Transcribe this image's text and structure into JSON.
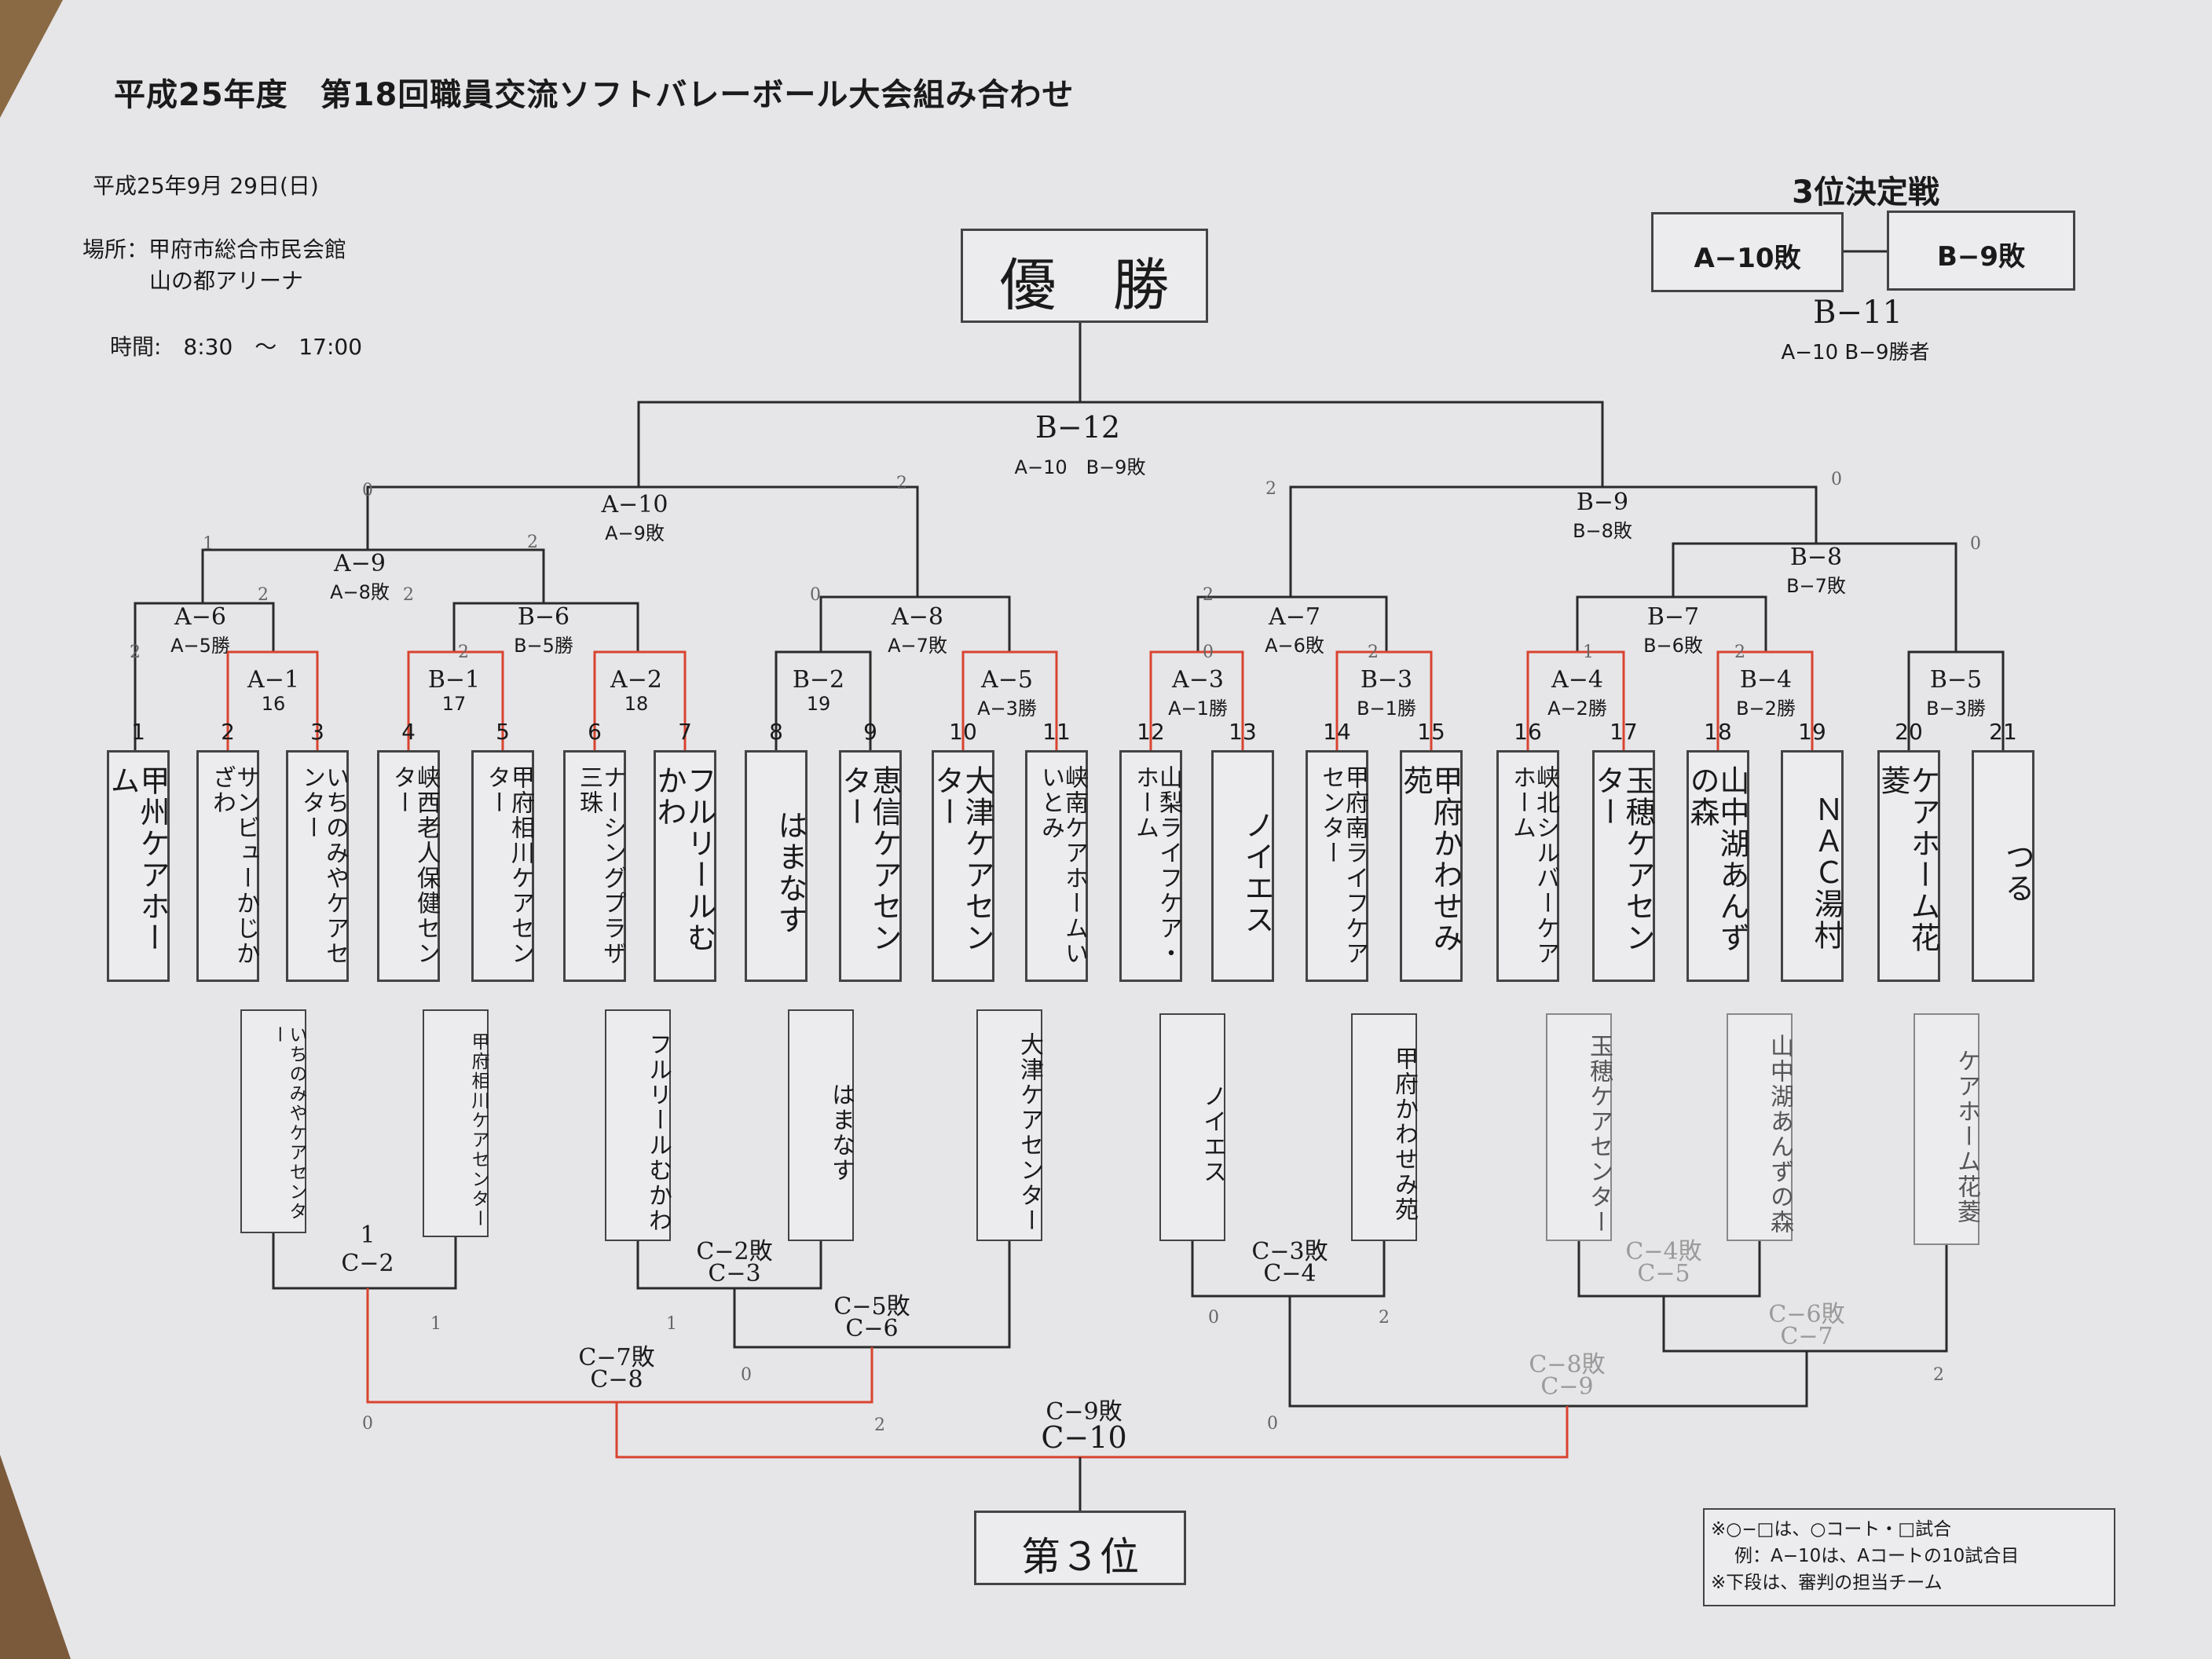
{
  "title": "平成25年度　第18回職員交流ソフトバレーボール大会組み合わせ",
  "date": "平成25年9月 29日(日)",
  "venue_label": "場所：甲府市総合市民会館",
  "venue_name": "山の都アリーナ",
  "time": "時間:　8:30　～　17:00",
  "champion": "優　勝",
  "third_place": "第３位",
  "third_place_match": {
    "heading": "3位決定戦",
    "left": "A−10敗",
    "right": "B−9敗",
    "code": "B−11",
    "note": "A−10 B−9勝者"
  },
  "final": {
    "code": "B−12",
    "note": "A−10　B−9敗"
  },
  "upper_matches": [
    {
      "code": "A−10",
      "note": "A−9敗"
    },
    {
      "code": "A−9",
      "note": "A−8敗"
    },
    {
      "code": "A−6",
      "note": "A−5勝"
    },
    {
      "code": "A−1",
      "note": "16"
    },
    {
      "code": "B−6",
      "note": "B−5勝"
    },
    {
      "code": "B−1",
      "note": "17"
    },
    {
      "code": "A−2",
      "note": "18"
    },
    {
      "code": "A−8",
      "note": "A−7敗"
    },
    {
      "code": "B−2",
      "note": "19"
    },
    {
      "code": "A−5",
      "note": "A−3勝"
    },
    {
      "code": "B−9",
      "note": "B−8敗"
    },
    {
      "code": "A−7",
      "note": "A−6敗"
    },
    {
      "code": "A−3",
      "note": "A−1勝"
    },
    {
      "code": "B−3",
      "note": "B−1勝"
    },
    {
      "code": "B−8",
      "note": "B−7敗"
    },
    {
      "code": "B−7",
      "note": "B−6敗"
    },
    {
      "code": "A−4",
      "note": "A−2勝"
    },
    {
      "code": "B−4",
      "note": "B−2勝"
    },
    {
      "code": "B−5",
      "note": "B−3勝"
    }
  ],
  "teams": [
    {
      "no": "1",
      "name": "甲州ケアホーム"
    },
    {
      "no": "2",
      "name": "サンビューかじかざわ"
    },
    {
      "no": "3",
      "name": "いちのみやケアセンター"
    },
    {
      "no": "4",
      "name": "峡西老人保健センター"
    },
    {
      "no": "5",
      "name": "甲府相川ケアセンター"
    },
    {
      "no": "6",
      "name": "ナーシングプラザ三珠"
    },
    {
      "no": "7",
      "name": "フルリールむかわ"
    },
    {
      "no": "8",
      "name": "はまなす"
    },
    {
      "no": "9",
      "name": "恵信ケアセンター"
    },
    {
      "no": "10",
      "name": "大津ケアセンター"
    },
    {
      "no": "11",
      "name": "峡南ケアホームいいとみ"
    },
    {
      "no": "12",
      "name": "山梨ライフケア・ホーム"
    },
    {
      "no": "13",
      "name": "ノイエス"
    },
    {
      "no": "14",
      "name": "甲府南ライフケアセンター"
    },
    {
      "no": "15",
      "name": "甲府かわせみ苑"
    },
    {
      "no": "16",
      "name": "峡北シルバーケアホーム"
    },
    {
      "no": "17",
      "name": "玉穂ケアセンター"
    },
    {
      "no": "18",
      "name": "山中湖あんずの森"
    },
    {
      "no": "19",
      "name": "ＮＡＣ湯村"
    },
    {
      "no": "20",
      "name": "ケアホーム花菱"
    },
    {
      "no": "21",
      "name": "つる"
    }
  ],
  "lower_teams": [
    "いちのみやケアセンター",
    "甲府相川ケアセンター",
    "フルリールむかわ",
    "はまなす",
    "大津ケアセンター",
    "ノイエス",
    "甲府かわせみ苑",
    "玉穂ケアセンター",
    "山中湖あんずの森",
    "ケアホーム花菱"
  ],
  "lower_matches": [
    {
      "code": "C−2",
      "note": "1"
    },
    {
      "code": "C−3",
      "note": "C−2敗"
    },
    {
      "code": "C−6",
      "note": "C−5敗"
    },
    {
      "code": "C−8",
      "note": "C−7敗"
    },
    {
      "code": "C−4",
      "note": "C−3敗"
    },
    {
      "code": "C−5",
      "note": "C−4敗"
    },
    {
      "code": "C−7",
      "note": "C−6敗"
    },
    {
      "code": "C−9",
      "note": "C−8敗"
    },
    {
      "code": "C−10",
      "note": "C−9敗"
    }
  ],
  "scores": [
    "0",
    "2",
    "1",
    "2",
    "2",
    "0",
    "2",
    "2",
    "0",
    "2",
    "0",
    "2",
    "2",
    "0",
    "2",
    "2",
    "1",
    "1",
    "1",
    "0",
    "2",
    "0",
    "2",
    "0",
    "2",
    "0"
  ],
  "notes": [
    "※○−□は、○コート・□試合",
    "例：A−10は、Aコートの10試合目",
    "※下段は、審判の担当チーム"
  ],
  "colors": {
    "paper": "#e6e5e8",
    "ink": "#1a1a1a",
    "red_pen": "#d9432f",
    "faded": "#9a9a9a"
  }
}
